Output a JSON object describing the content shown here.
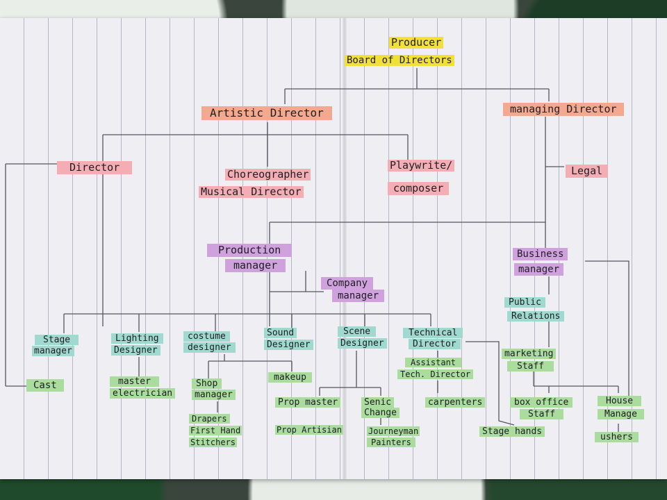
{
  "org_chart": {
    "top": [
      "Producer",
      "Board of Directors"
    ],
    "artistic_director": "Artistic Director",
    "managing_director": "managing Director",
    "director": "Director",
    "choreographer": "Choreographer",
    "musical_director": "Musical Director",
    "playwrite": "Playwrite/",
    "composer": "composer",
    "legal": "Legal",
    "production_manager": [
      "Production",
      "manager"
    ],
    "company_manager": [
      "Company",
      "manager"
    ],
    "business_manager": [
      "Business",
      "manager"
    ],
    "public_relations": [
      "Public",
      "Relations"
    ],
    "stage_manager": [
      "Stage",
      "manager"
    ],
    "lighting_designer": [
      "Lighting",
      "Designer"
    ],
    "costume_designer": [
      "costume",
      "designer"
    ],
    "sound_designer": [
      "Sound",
      "Designer"
    ],
    "scene_designer": [
      "Scene",
      "Designer"
    ],
    "technical_director": [
      "Technical",
      "Director"
    ],
    "marketing_staff": [
      "marketing",
      "Staff"
    ],
    "cast": "Cast",
    "master_electrician": [
      "master",
      "electrician"
    ],
    "shop_manager": [
      "Shop",
      "manager"
    ],
    "makeup": "makeup",
    "assistant_tech_director": [
      "Assistant",
      "Tech. Director"
    ],
    "prop_master": "Prop master",
    "scenic_change": [
      "Senic",
      "Change"
    ],
    "carpenters": "carpenters",
    "box_office": [
      "box office",
      "Staff"
    ],
    "house_manager": [
      "House",
      "Manage"
    ],
    "drapers": [
      "Drapers",
      "First Hand",
      "Stitchers"
    ],
    "prop_artisan": "Prop Artisian",
    "journeyman_painters": [
      "Journeyman",
      "Painters"
    ],
    "stage_hands": "Stage hands",
    "ushers": "ushers"
  },
  "colors": {
    "yellow": "#f1e03a",
    "orange": "#f2a98f",
    "pink": "#f4adb3",
    "purple": "#cfa1dd",
    "teal": "#9fd9cf",
    "green": "#a9dc9d"
  }
}
